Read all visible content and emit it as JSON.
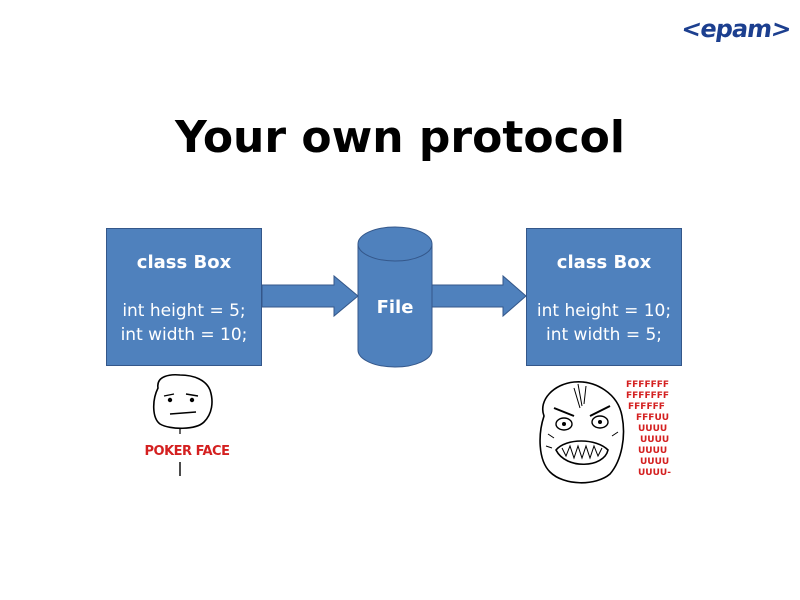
{
  "logo": {
    "text": "<epam>",
    "color": "#1c3f8f"
  },
  "slide": {
    "title": "Your own protocol"
  },
  "diagram": {
    "left_box": {
      "class_label": "class Box",
      "fields": [
        "int height = 5;",
        "int width = 10;"
      ]
    },
    "file": {
      "label": "File"
    },
    "right_box": {
      "class_label": "class Box",
      "fields": [
        "int height = 10;",
        "int width = 5;"
      ]
    },
    "colors": {
      "box_fill": "#4f81bd",
      "box_border": "#34578a",
      "text": "#ffffff"
    }
  },
  "memes": {
    "poker_face": {
      "caption": "POKER FACE",
      "icon": "poker-face-icon"
    },
    "rage_face": {
      "icon": "rage-face-icon",
      "text_lines": [
        "FFFFFFF",
        "FFFFFFF",
        "FFFFFF",
        "FFFUU",
        "UUUU",
        "UUUU",
        "UUUU",
        "UUUU",
        "UUUU-"
      ]
    }
  }
}
